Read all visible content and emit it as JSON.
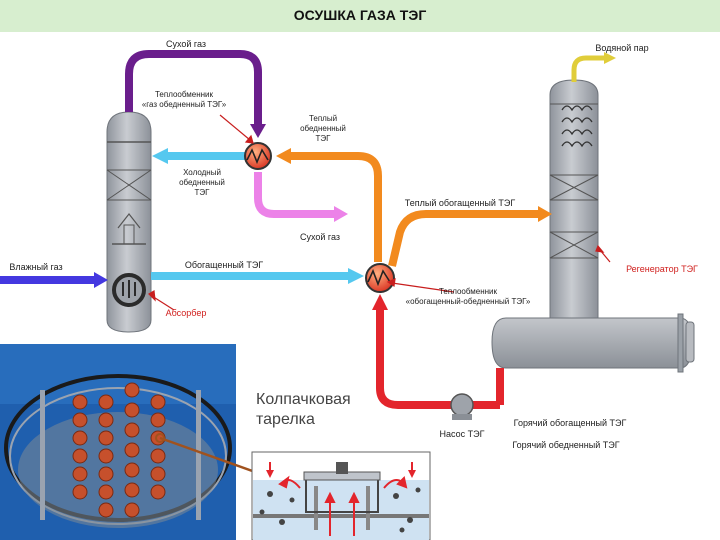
{
  "title": "ОСУШКА ГАЗА ТЭГ",
  "labels": {
    "dry_gas_top": "Сухой газ",
    "water_vapor": "Водяной пар",
    "hx_lean_line1": "Теплообменник",
    "hx_lean_line2": "«газ обедненный ТЭГ»",
    "warm_lean_line1": "Теплый",
    "warm_lean_line2": "обедненный",
    "warm_lean_line3": "ТЭГ",
    "cold_lean_line1": "Холодный",
    "cold_lean_line2": "обедненный",
    "cold_lean_line3": "ТЭГ",
    "dry_gas_mid": "Сухой газ",
    "warm_rich": "Теплый обогащенный ТЭГ",
    "wet_gas": "Влажный газ",
    "rich_teg": "Обогащенный ТЭГ",
    "regenerator": "Регенератор ТЭГ",
    "absorber": "Абсорбер",
    "hx_rich_line1": "Теплообменник",
    "hx_rich_line2": "«обогащенный-обедненный ТЭГ»",
    "cap_tray_line1": "Колпачковая",
    "cap_tray_line2": "тарелка",
    "hot_rich": "Горячий обогащенный ТЭГ",
    "hot_lean": "Горячий обедненный ТЭГ",
    "pump": "Насос ТЭГ"
  },
  "colors": {
    "header_bg": "#d7eecf",
    "dry_gas": "#6a1e8c",
    "water_vapor": "#e0cd3a",
    "warm_lean": "#f28a1e",
    "cold_lean": "#55c8ef",
    "dry_gas_out": "#ec82e8",
    "wet_gas": "#4438e0",
    "hot_rich": "#e3252c",
    "vessel": "#a9adb4",
    "label_red": "#d0201e"
  }
}
